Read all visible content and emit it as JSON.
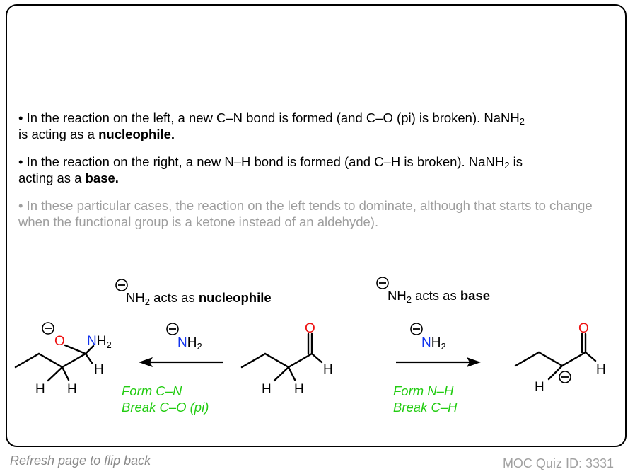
{
  "bullets": [
    {
      "prefix": "• In the reaction on the left, a new C–N bond is formed (and C–O (pi) is broken). NaNH",
      "sub": "2",
      "line2_prefix": "is acting as a ",
      "bold": "nucleophile."
    },
    {
      "prefix": "• In the reaction on the right, a new N–H bond is formed (and C–H is broken). NaNH",
      "sub": "2",
      "after_sub": " is",
      "line2_prefix": "acting as a ",
      "bold": "base."
    },
    {
      "text": "• In these particular cases, the reaction on the left tends to dominate, although that starts to change when the functional group is a ketone instead of an aldehyde)."
    }
  ],
  "left_reaction": {
    "header_reagent": "NH",
    "header_sub": "2",
    "header_text": " acts as ",
    "header_bold": "nucleophile",
    "reagent": "NH",
    "reagent_sub": "2",
    "label_line1": "Form C–N",
    "label_line2": "Break C–O (pi)"
  },
  "right_reaction": {
    "header_reagent": "NH",
    "header_sub": "2",
    "header_text": " acts as ",
    "header_bold": "base",
    "reagent": "NH",
    "reagent_sub": "2",
    "label_line1": "Form N–H",
    "label_line2": "Break C–H"
  },
  "atoms": {
    "O": "O",
    "H": "H",
    "N": "N",
    "NH": "NH",
    "sub2": "2",
    "minus": "−"
  },
  "colors": {
    "oxygen": "#ee1111",
    "nitrogen": "#1133ee",
    "green_label": "#22cc11",
    "grey_text": "#9e9e9e"
  },
  "footer": {
    "left": "Refresh page to flip back",
    "right": "MOC Quiz ID: 3331"
  }
}
